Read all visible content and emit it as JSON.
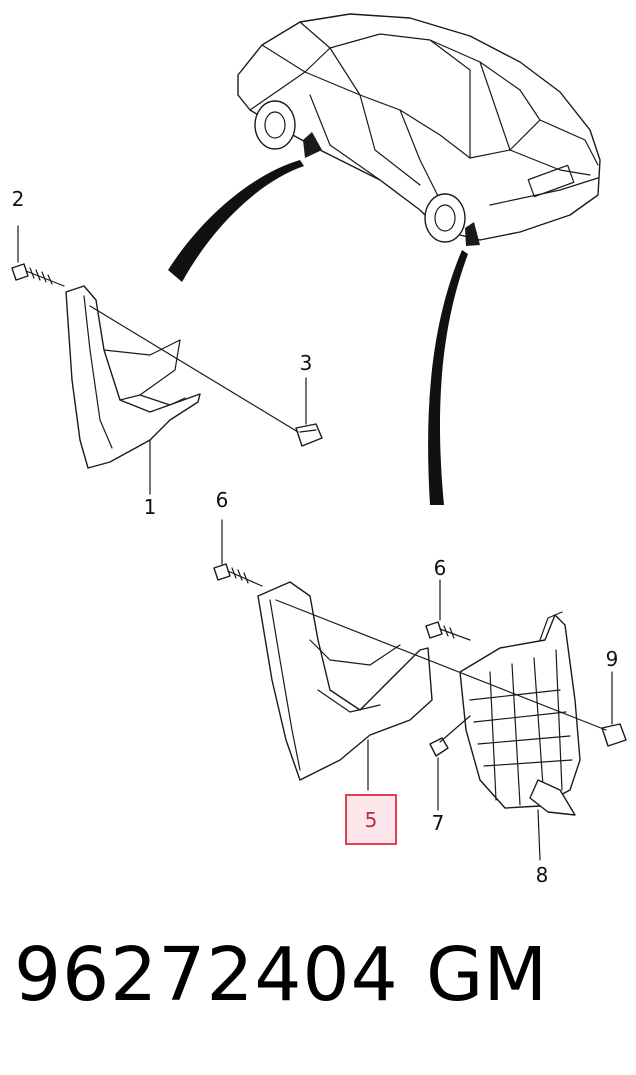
{
  "callouts": {
    "c1": "1",
    "c2": "2",
    "c3": "3",
    "c5": "5",
    "c6a": "6",
    "c6b": "6",
    "c7": "7",
    "c8": "8",
    "c9": "9"
  },
  "footer": {
    "part_number": "96272404",
    "brand": "GM"
  },
  "colors": {
    "highlight_box": "#e0404f",
    "highlight_fill": "#fde7ea",
    "line": "#1a1a1a"
  }
}
